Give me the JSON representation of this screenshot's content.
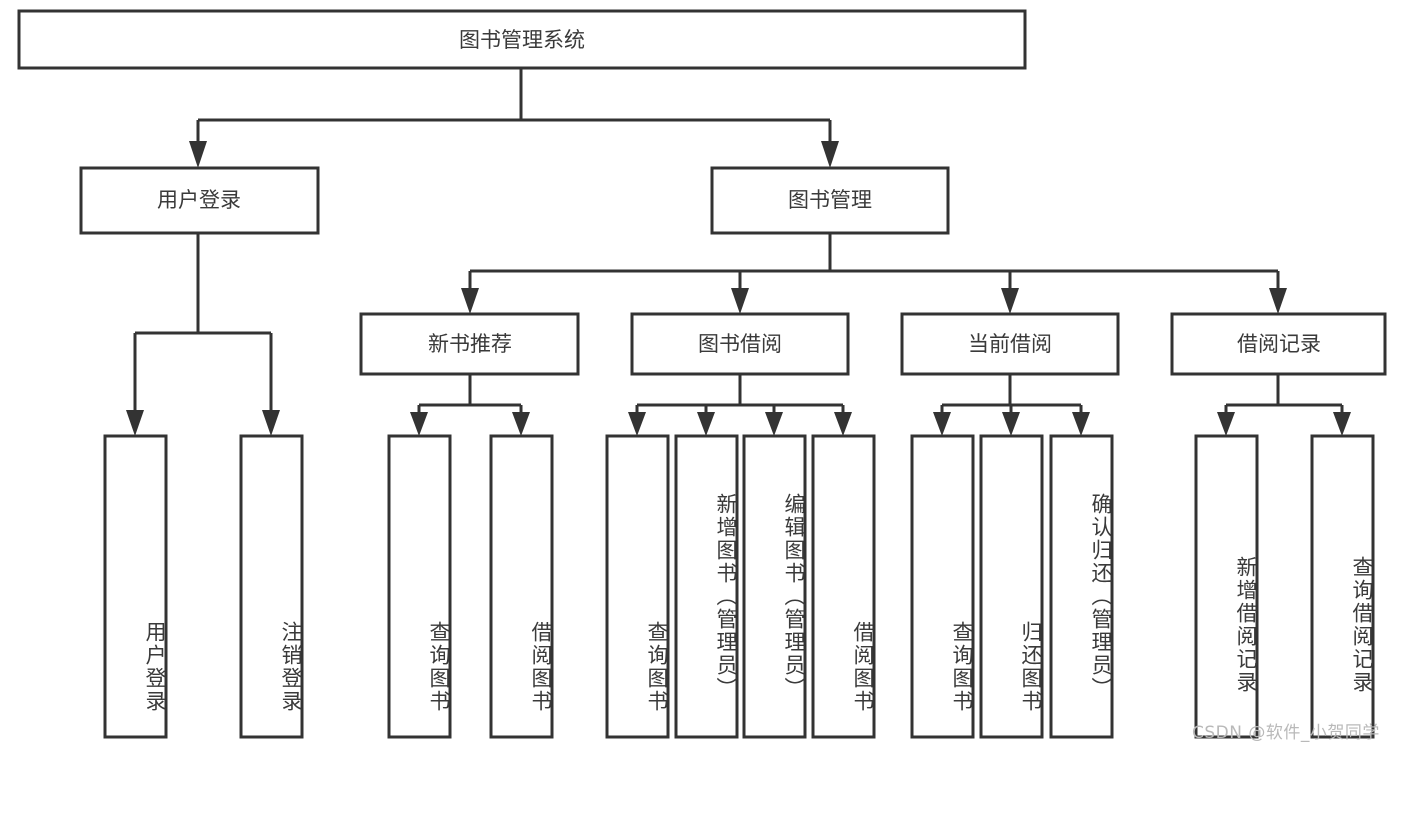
{
  "diagram": {
    "title_node": {
      "label": "图书管理系统"
    },
    "level1": [
      {
        "id": "user-login",
        "label": "用户登录"
      },
      {
        "id": "book-management",
        "label": "图书管理"
      }
    ],
    "level2": [
      {
        "id": "new-book-recommend",
        "label": "新书推荐",
        "parent": "book-management"
      },
      {
        "id": "book-borrow",
        "label": "图书借阅",
        "parent": "book-management"
      },
      {
        "id": "current-borrow",
        "label": "当前借阅",
        "parent": "book-management"
      },
      {
        "id": "borrow-record",
        "label": "借阅记录",
        "parent": "book-management"
      }
    ],
    "leaves": [
      {
        "id": "leaf-user-login",
        "label": "用户登录",
        "parent": "user-login"
      },
      {
        "id": "leaf-logout-login",
        "label": "注销登录",
        "parent": "user-login"
      },
      {
        "id": "leaf-query-book-1",
        "label": "查询图书",
        "parent": "new-book-recommend"
      },
      {
        "id": "leaf-borrow-book-1",
        "label": "借阅图书",
        "parent": "new-book-recommend"
      },
      {
        "id": "leaf-query-book-2",
        "label": "查询图书",
        "parent": "book-borrow"
      },
      {
        "id": "leaf-add-book",
        "label": "新增图书（管理员）",
        "parent": "book-borrow"
      },
      {
        "id": "leaf-edit-book",
        "label": "编辑图书（管理员）",
        "parent": "book-borrow"
      },
      {
        "id": "leaf-borrow-book-2",
        "label": "借阅图书",
        "parent": "book-borrow"
      },
      {
        "id": "leaf-query-book-3",
        "label": "查询图书",
        "parent": "current-borrow"
      },
      {
        "id": "leaf-return-book",
        "label": "归还图书",
        "parent": "current-borrow"
      },
      {
        "id": "leaf-confirm-return",
        "label": "确认归还（管理员）",
        "parent": "current-borrow"
      },
      {
        "id": "leaf-add-borrow-record",
        "label": "新增借阅记录",
        "parent": "borrow-record"
      },
      {
        "id": "leaf-query-borrow-record",
        "label": "查询借阅记录",
        "parent": "borrow-record"
      }
    ],
    "watermark": "CSDN @软件_小贺同学",
    "colors": {
      "stroke": "#333333",
      "box_fill": "#ffffff",
      "text": "#3a3a3a",
      "watermark": "#b9b9b9",
      "background": "#ffffff"
    }
  }
}
